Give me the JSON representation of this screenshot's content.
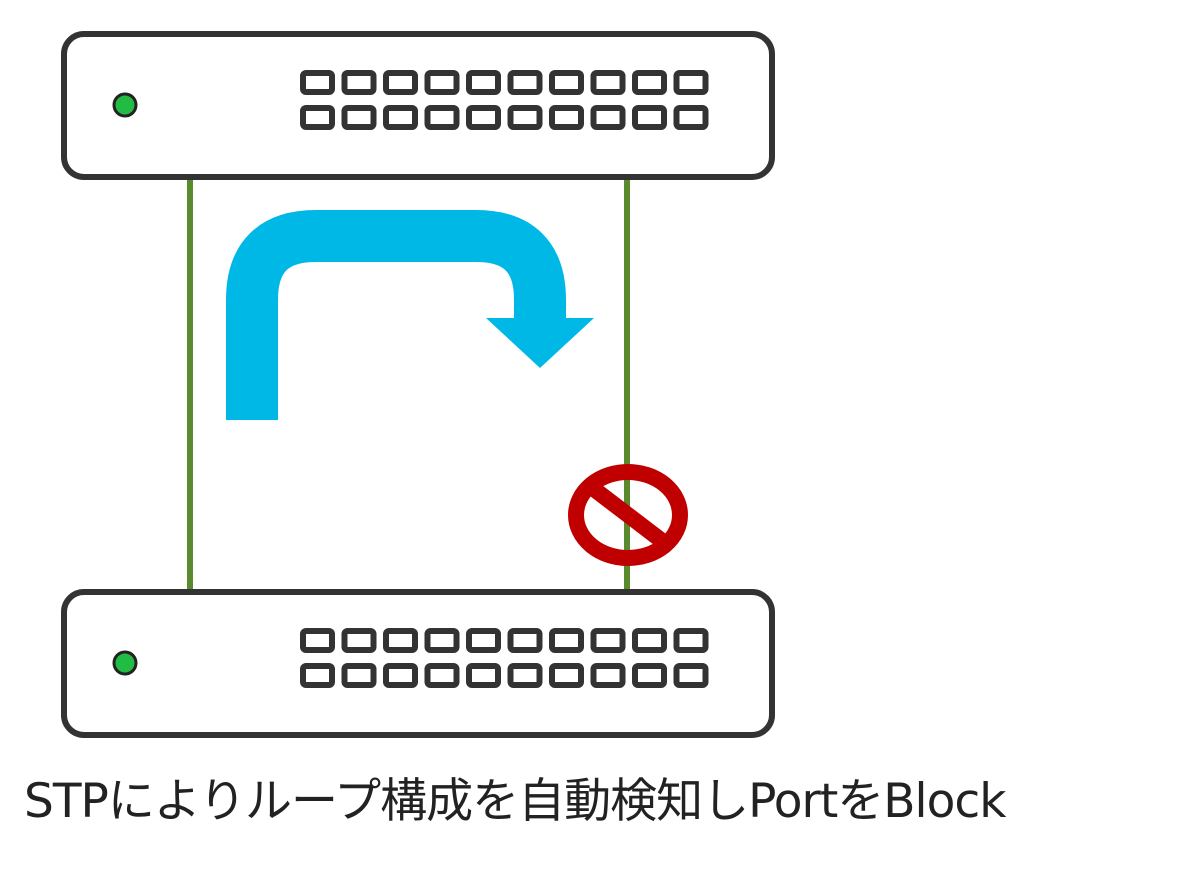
{
  "caption": "STPによりループ構成を自動検知しPortをBlock",
  "colors": {
    "switch_border": "#333333",
    "switch_fill": "#ffffff",
    "status_led": "#22bb44",
    "link_line": "#5a8a2e",
    "flow_arrow": "#00b8e6",
    "block_symbol": "#c00000"
  },
  "switches": [
    {
      "name": "top-switch",
      "port_rows": 2,
      "ports_per_row": 10
    },
    {
      "name": "bottom-switch",
      "port_rows": 2,
      "ports_per_row": 10
    }
  ],
  "links": [
    {
      "name": "link-left",
      "state": "forwarding"
    },
    {
      "name": "link-right",
      "state": "blocked"
    }
  ],
  "icons": {
    "flow": "loop-arrow-icon",
    "block": "prohibited-icon",
    "led": "status-led-icon"
  }
}
